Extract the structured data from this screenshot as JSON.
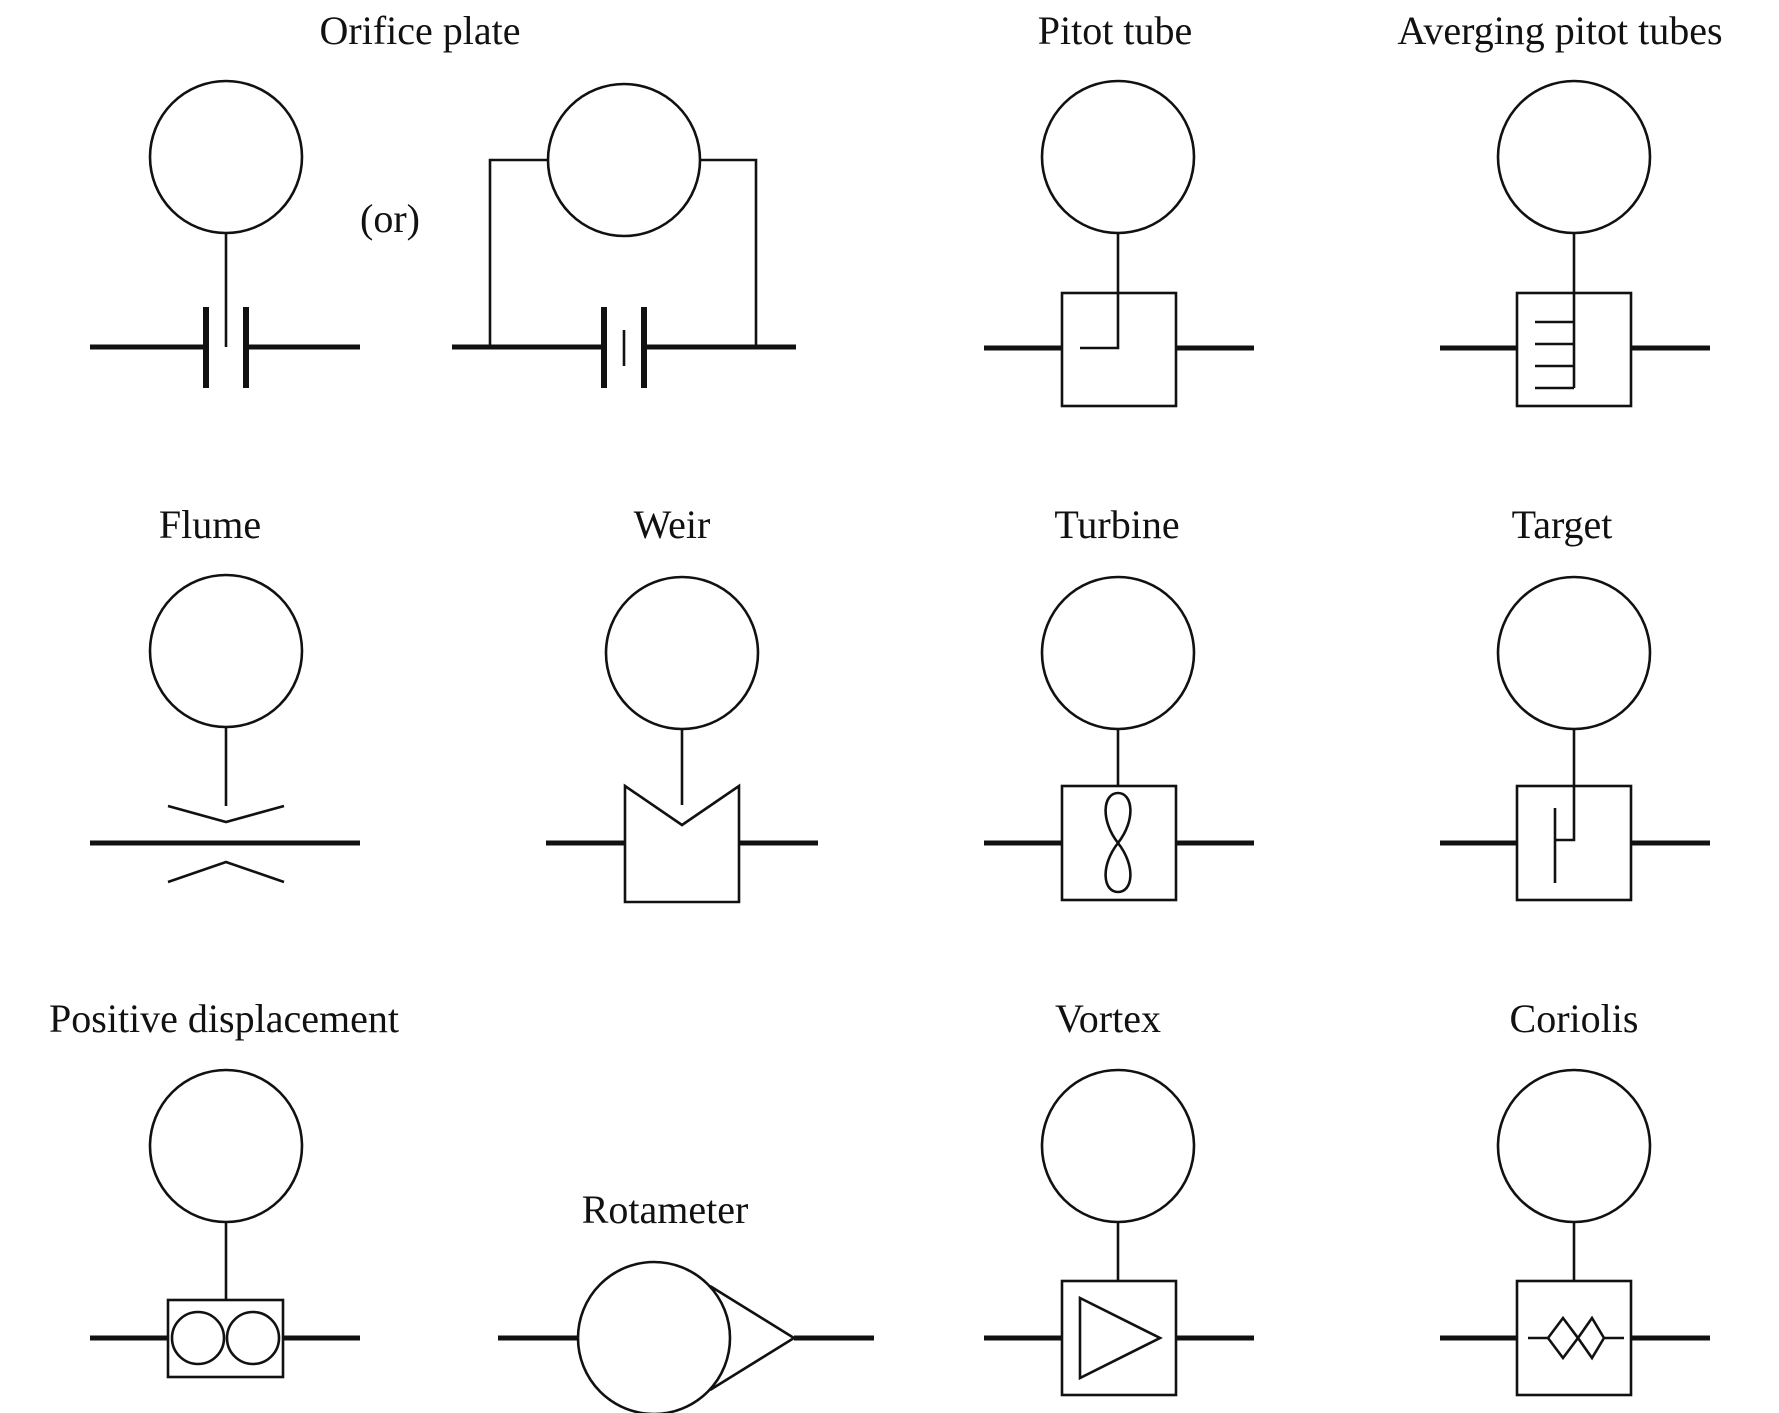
{
  "labels": {
    "orifice_plate": "Orifice plate",
    "or_text": "(or)",
    "pitot_tube": "Pitot tube",
    "averaging_pitot_tubes": "Averging pitot tubes",
    "flume": "Flume",
    "weir": "Weir",
    "turbine": "Turbine",
    "target": "Target",
    "positive_displacement": "Positive displacement",
    "rotameter": "Rotameter",
    "vortex": "Vortex",
    "coriolis": "Coriolis"
  },
  "colors": {
    "line": "#111111",
    "background": "#ffffff"
  }
}
